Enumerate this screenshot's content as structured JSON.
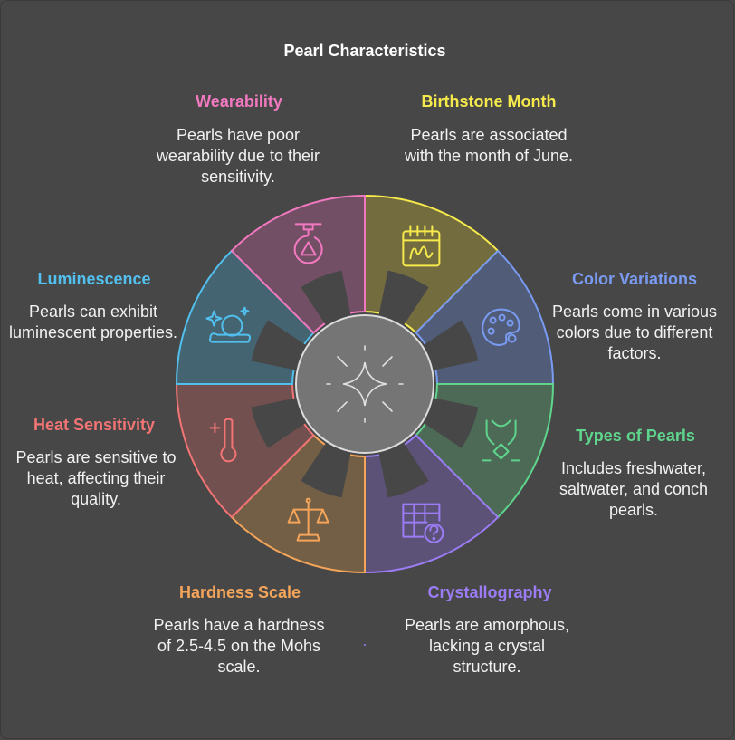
{
  "title": "Pearl Characteristics",
  "segments": [
    {
      "key": "birthstone",
      "label": "Birthstone Month",
      "desc": "Pearls are associated with the month of June.",
      "color": "#f5e94b",
      "fill": "#736c3e",
      "icon": "calendar-signature-icon"
    },
    {
      "key": "color-variations",
      "label": "Color Variations",
      "desc": "Pearls come in various colors due to different factors.",
      "color": "#7a9bf2",
      "fill": "#505c78",
      "icon": "palette-icon"
    },
    {
      "key": "types",
      "label": "Types of Pearls",
      "desc": "Includes freshwater, saltwater, and conch pearls.",
      "color": "#5fd48c",
      "fill": "#4c6a56",
      "icon": "necklace-icon"
    },
    {
      "key": "crystallography",
      "label": "Crystallography",
      "desc": "Pearls are amorphous, lacking a crystal structure.",
      "color": "#9b7cf5",
      "fill": "#5c5278",
      "icon": "table-question-icon"
    },
    {
      "key": "hardness",
      "label": "Hardness Scale",
      "desc": "Pearls have a hardness of 2.5-4.5 on the Mohs scale.",
      "color": "#f5a55a",
      "fill": "#735f45",
      "icon": "balance-scale-icon"
    },
    {
      "key": "heat",
      "label": "Heat Sensitivity",
      "desc": "Pearls are sensitive to heat, affecting their quality.",
      "color": "#f27474",
      "fill": "#735050",
      "icon": "thermometer-icon"
    },
    {
      "key": "luminescence",
      "label": "Luminescence",
      "desc": "Pearls can exhibit luminescent properties.",
      "color": "#52c0ee",
      "fill": "#456472",
      "icon": "glowing-pearl-icon"
    },
    {
      "key": "wearability",
      "label": "Wearability",
      "desc": "Pearls have poor wearability due to their sensitivity.",
      "color": "#f279c0",
      "fill": "#734f66",
      "icon": "pearl-drop-icon"
    }
  ],
  "center": {
    "icon": "sparkle-icon"
  }
}
